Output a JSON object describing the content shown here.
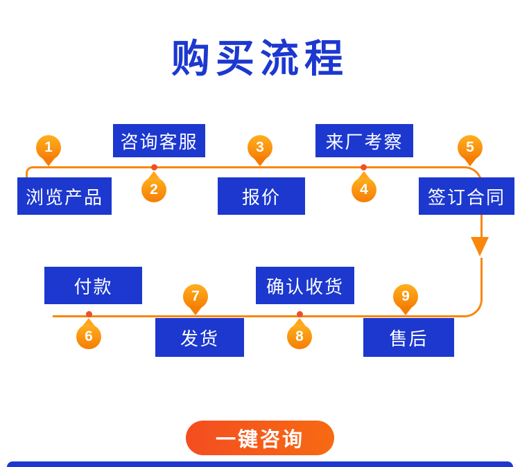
{
  "title": "购买流程",
  "cta": {
    "label": "一键咨询"
  },
  "flow": {
    "steps": [
      {
        "num": "1",
        "label": "浏览产品"
      },
      {
        "num": "2",
        "label": "咨询客服"
      },
      {
        "num": "3",
        "label": "报价"
      },
      {
        "num": "4",
        "label": "来厂考察"
      },
      {
        "num": "5",
        "label": "签订合同"
      },
      {
        "num": "6",
        "label": "付款"
      },
      {
        "num": "7",
        "label": "发货"
      },
      {
        "num": "8",
        "label": "确认收货"
      },
      {
        "num": "9",
        "label": "售后"
      }
    ]
  },
  "colors": {
    "box_blue": "#1c38cf",
    "line_orange": "#f8870e",
    "marker_orange_top": "#ffaf1f",
    "marker_orange_bottom": "#f57d05",
    "dot_red": "#f04f2a",
    "button_gradient_start": "#f44d20",
    "button_gradient_end": "#f76a12"
  }
}
